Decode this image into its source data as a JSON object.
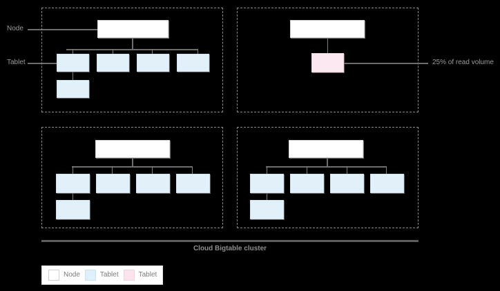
{
  "diagram": {
    "title": "Cloud Bigtable cluster",
    "background_color": "#000000",
    "node_fill": "#ffffff",
    "tablet_fill": "#e2f0fa",
    "tablet_hot_fill": "#fbe8f0",
    "panel_border_color": "#8a8a8a",
    "connector_color": "#6e6e6e",
    "label_color": "#9b9b9b"
  },
  "callouts": {
    "node_label": "Node",
    "tablet_label": "Tablet",
    "hot_tablet_label": "25% of read volume"
  },
  "panels": [
    {
      "id": "panel-top-left",
      "node_count": 1,
      "tablet_count": 5,
      "hot_tablet_count": 0
    },
    {
      "id": "panel-top-right",
      "node_count": 1,
      "tablet_count": 0,
      "hot_tablet_count": 1
    },
    {
      "id": "panel-bottom-left",
      "node_count": 1,
      "tablet_count": 5,
      "hot_tablet_count": 0
    },
    {
      "id": "panel-bottom-right",
      "node_count": 1,
      "tablet_count": 5,
      "hot_tablet_count": 0
    }
  ],
  "legend": {
    "items": [
      {
        "label": "Node",
        "swatch": "node-swatch",
        "color": "#ffffff"
      },
      {
        "label": "Tablet",
        "swatch": "tablet-swatch",
        "color": "#dff0fb"
      },
      {
        "label": "Tablet",
        "swatch": "hot-tablet-swatch",
        "color": "#fbe4ee"
      }
    ]
  }
}
